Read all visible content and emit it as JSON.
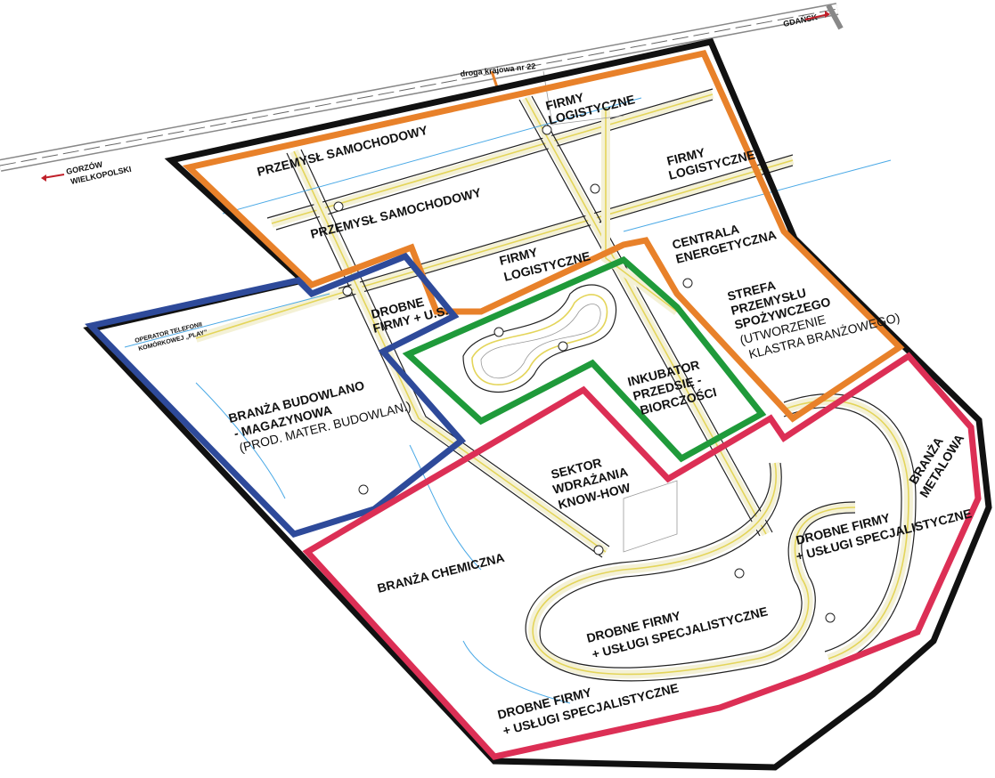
{
  "colors": {
    "outer_boundary": "#111111",
    "orange_zone": "#e8812a",
    "blue_zone": "#2e4a9a",
    "green_zone": "#1f9a3a",
    "red_zone": "#dc2f55",
    "road_edge": "#222222",
    "road_fill": "#f4f1d6",
    "road_center": "#e4d55a",
    "utility_line": "#4aa9e6"
  },
  "directions": {
    "gdansk": "GDAŃSK",
    "gorzow_line1": "GORZÓW",
    "gorzow_line2": "WIELKOPOLSKI",
    "highway": "droga krajowa nr 22"
  },
  "zones": {
    "przemysl_samochodowy_1": "PRZEMYSŁ SAMOCHODOWY",
    "przemysl_samochodowy_2": "PRZEMYSŁ SAMOCHODOWY",
    "firmy_logistyczne_top_1": "FIRMY",
    "firmy_logistyczne_top_2": "LOGISTYCZNE",
    "firmy_logistyczne_right_1": "FIRMY",
    "firmy_logistyczne_right_2": "LOGISTYCZNE",
    "firmy_logistyczne_mid_1": "FIRMY",
    "firmy_logistyczne_mid_2": "LOGISTYCZNE",
    "centrala_1": "CENTRALA",
    "centrala_2": "ENERGETYCZNA",
    "strefa_1": "STREFA",
    "strefa_2": "PRZEMYSŁU",
    "strefa_3": "SPOŻYWCZEGO",
    "strefa_4": "(UTWORZENIE",
    "strefa_5": "KLASTRA BRANŻOWEGO)",
    "operator_1": "OPERATOR TELEFONII",
    "operator_2": "KOMÓRKOWEJ „PLAY”",
    "drobne_us_1": "DROBNE",
    "drobne_us_2": "FIRMY + U.S.",
    "budowlana_1": "BRANŻA BUDOWLANO",
    "budowlana_2": "- MAGAZYNOWA",
    "budowlana_3": "(PROD. MATER. BUDOWLAN.)",
    "inkubator_1": "INKUBATOR",
    "inkubator_2": "PRZEDSIĘ -",
    "inkubator_3": "BIORCZOŚCI",
    "sektor_1": "SEKTOR",
    "sektor_2": "WDRAŻANIA",
    "sektor_3": "KNOW-HOW",
    "metalowa_1": "BRANŻA",
    "metalowa_2": "METALOWA",
    "drobne_right_1": "DROBNE FIRMY",
    "drobne_right_2": "+ USŁUGI SPECJALISTYCZNE",
    "chemiczna": "BRANŻA CHEMICZNA",
    "drobne_center_1": "DROBNE FIRMY",
    "drobne_center_2": "+ USŁUGI SPECJALISTYCZNE",
    "drobne_bottom_1": "DROBNE FIRMY",
    "drobne_bottom_2": "+ USŁUGI SPECJALISTYCZNE"
  }
}
